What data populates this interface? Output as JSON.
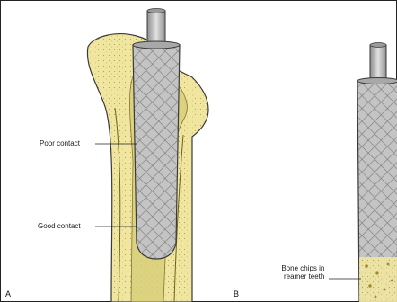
{
  "labels": {
    "poor_contact": "Poor contact",
    "good_contact": "Good contact",
    "bone_chips_line1": "Bone chips in",
    "bone_chips_line2": "reamer teeth"
  },
  "panels": {
    "a": "A",
    "b": "B"
  },
  "colors": {
    "bone": "#f1e8a3",
    "bone_dark": "#b8a94a",
    "outline": "#3a3a3a",
    "reamer": "#b9b9b9"
  }
}
